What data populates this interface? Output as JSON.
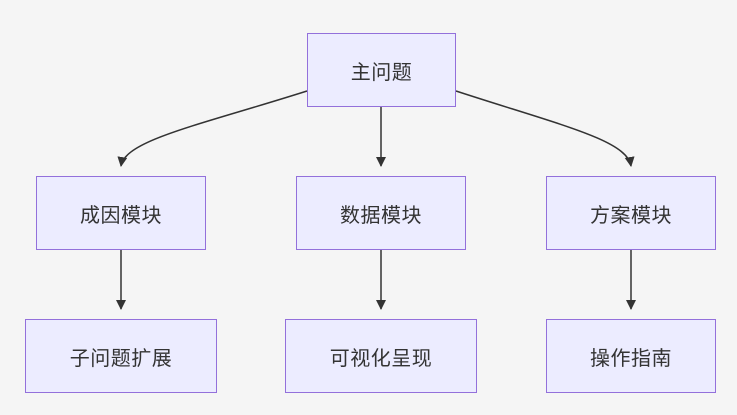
{
  "diagram": {
    "nodes": {
      "root": "主问题",
      "cause": "成因模块",
      "data": "数据模块",
      "plan": "方案模块",
      "sub": "子问题扩展",
      "viz": "可视化呈现",
      "guide": "操作指南"
    },
    "edges": [
      {
        "from": "root",
        "to": "cause"
      },
      {
        "from": "root",
        "to": "data"
      },
      {
        "from": "root",
        "to": "plan"
      },
      {
        "from": "cause",
        "to": "sub"
      },
      {
        "from": "data",
        "to": "viz"
      },
      {
        "from": "plan",
        "to": "guide"
      }
    ],
    "colors": {
      "node_fill": "#ececff",
      "node_border": "#9370db",
      "edge": "#333333",
      "text": "#333333",
      "background": "#f5f5f5"
    }
  }
}
